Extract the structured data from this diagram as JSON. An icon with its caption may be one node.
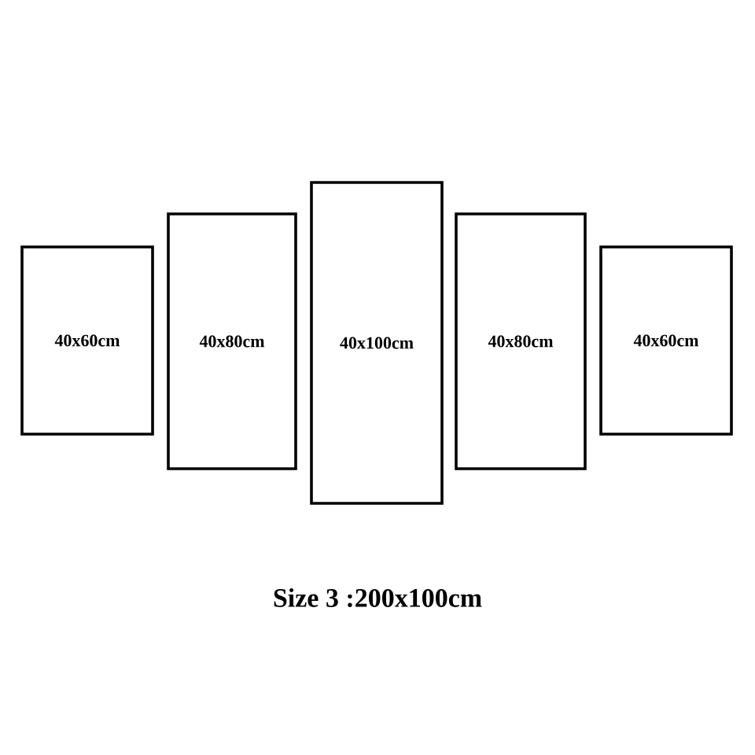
{
  "diagram": {
    "caption": "Size 3 :200x100cm",
    "nodes": [
      {
        "text": [
          "40x60cm"
        ]
      },
      {
        "text": [
          "40x80cm"
        ]
      },
      {
        "text": [
          "40x100cm"
        ]
      },
      {
        "text": [
          "40x80cm"
        ]
      },
      {
        "text": [
          "40x60cm"
        ]
      }
    ]
  }
}
